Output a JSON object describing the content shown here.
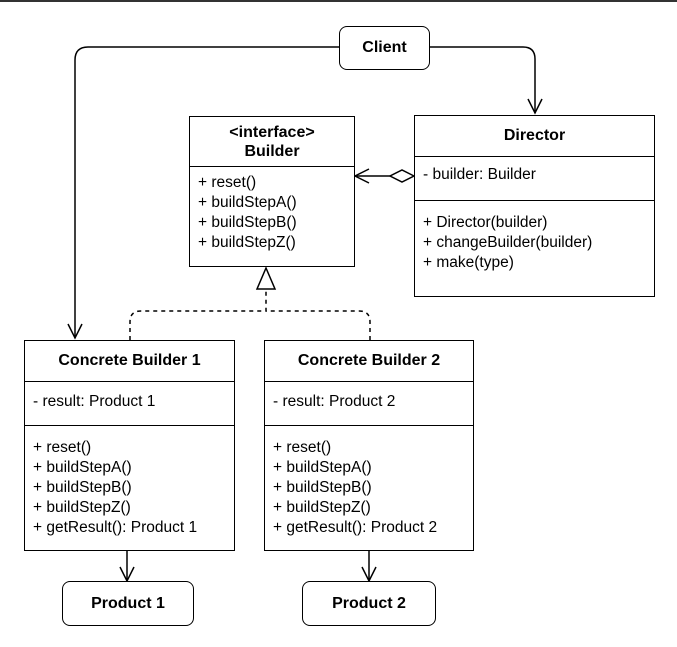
{
  "client": {
    "label": "Client"
  },
  "builder_interface": {
    "stereotype": "<interface>",
    "name": "Builder",
    "methods": [
      "+ reset()",
      "+ buildStepA()",
      "+ buildStepB()",
      "+ buildStepZ()"
    ]
  },
  "director": {
    "name": "Director",
    "fields": [
      "- builder: Builder"
    ],
    "methods": [
      "+ Director(builder)",
      "+ changeBuilder(builder)",
      "+ make(type)"
    ]
  },
  "concrete_builder_1": {
    "name": "Concrete Builder 1",
    "fields": [
      "- result: Product 1"
    ],
    "methods": [
      "+ reset()",
      "+ buildStepA()",
      "+ buildStepB()",
      "+ buildStepZ()",
      "+ getResult(): Product 1"
    ]
  },
  "concrete_builder_2": {
    "name": "Concrete Builder 2",
    "fields": [
      "- result: Product 2"
    ],
    "methods": [
      "+ reset()",
      "+ buildStepA()",
      "+ buildStepB()",
      "+ buildStepZ()",
      "+ getResult(): Product 2"
    ]
  },
  "product_1": {
    "label": "Product 1"
  },
  "product_2": {
    "label": "Product 2"
  }
}
